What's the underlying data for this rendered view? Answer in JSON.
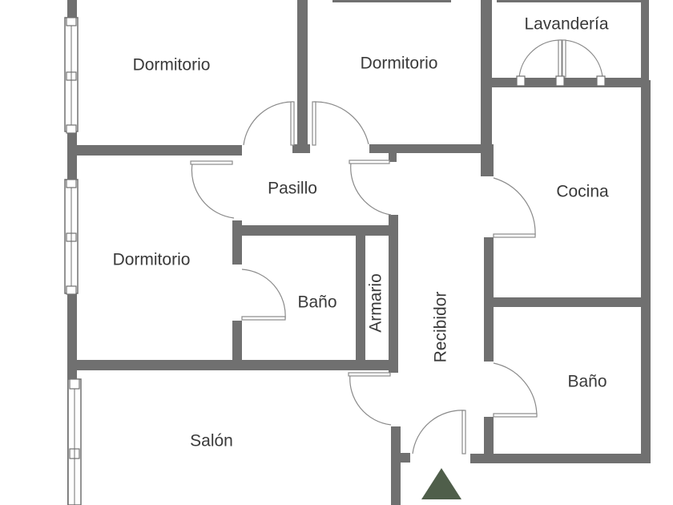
{
  "rooms": {
    "dormitorio_1": "Dormitorio",
    "dormitorio_2": "Dormitorio",
    "dormitorio_3": "Dormitorio",
    "lavanderia": "Lavandería",
    "pasillo": "Pasillo",
    "cocina": "Cocina",
    "bano_1": "Baño",
    "bano_2": "Baño",
    "armario": "Armario",
    "recibidor": "Recibidor",
    "salon": "Salón"
  },
  "colors": {
    "wall": "#707070",
    "door": "#8a8a8a",
    "label": "#3a3a3a",
    "entrance_marker": "#4f5e4a",
    "background": "#ffffff"
  }
}
